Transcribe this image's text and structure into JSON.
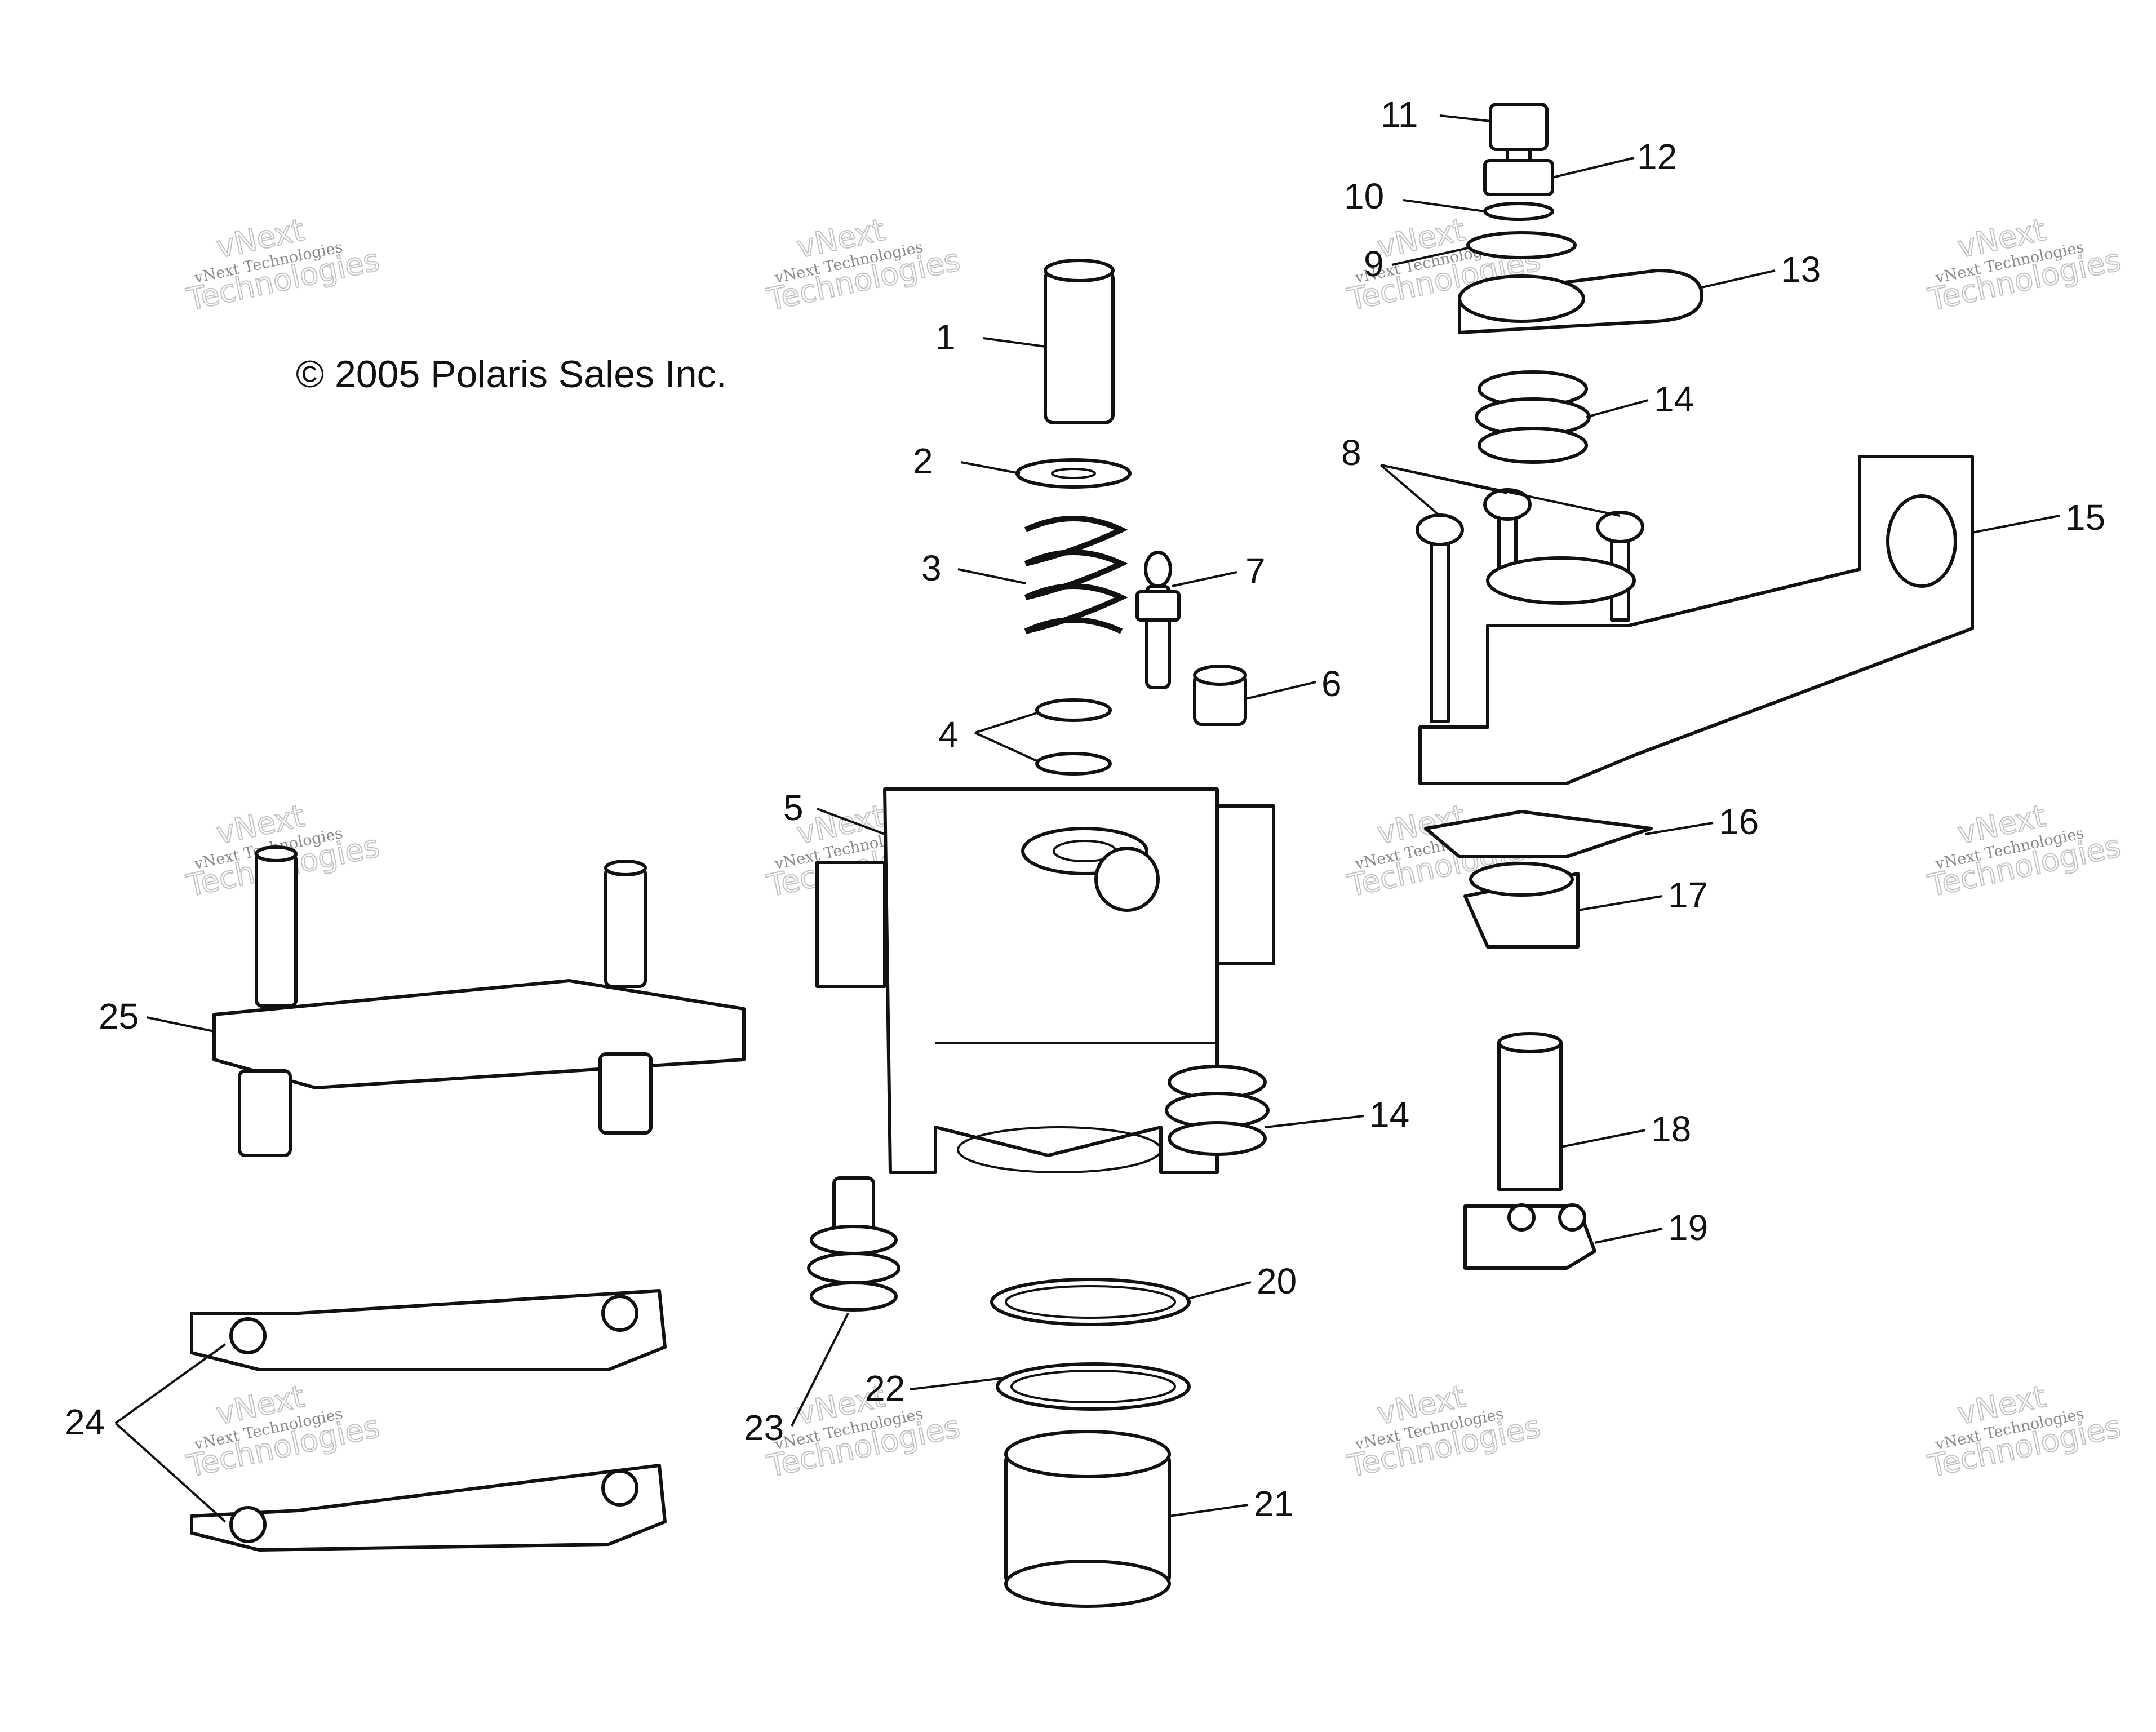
{
  "copyright": "© 2005 Polaris Sales Inc.",
  "watermark": {
    "line1": "vNext",
    "line2": "vNext Technologies",
    "line3": "Technologies"
  },
  "callouts": [
    {
      "id": "1",
      "label": "1"
    },
    {
      "id": "2",
      "label": "2"
    },
    {
      "id": "3",
      "label": "3"
    },
    {
      "id": "4",
      "label": "4"
    },
    {
      "id": "5",
      "label": "5"
    },
    {
      "id": "6",
      "label": "6"
    },
    {
      "id": "7",
      "label": "7"
    },
    {
      "id": "8",
      "label": "8"
    },
    {
      "id": "9",
      "label": "9"
    },
    {
      "id": "10",
      "label": "10"
    },
    {
      "id": "11",
      "label": "11"
    },
    {
      "id": "12",
      "label": "12"
    },
    {
      "id": "13",
      "label": "13"
    },
    {
      "id": "14a",
      "label": "14"
    },
    {
      "id": "14b",
      "label": "14"
    },
    {
      "id": "15",
      "label": "15"
    },
    {
      "id": "16",
      "label": "16"
    },
    {
      "id": "17",
      "label": "17"
    },
    {
      "id": "18",
      "label": "18"
    },
    {
      "id": "19",
      "label": "19"
    },
    {
      "id": "20",
      "label": "20"
    },
    {
      "id": "21",
      "label": "21"
    },
    {
      "id": "22",
      "label": "22"
    },
    {
      "id": "23",
      "label": "23"
    },
    {
      "id": "24",
      "label": "24"
    },
    {
      "id": "25",
      "label": "25"
    }
  ]
}
